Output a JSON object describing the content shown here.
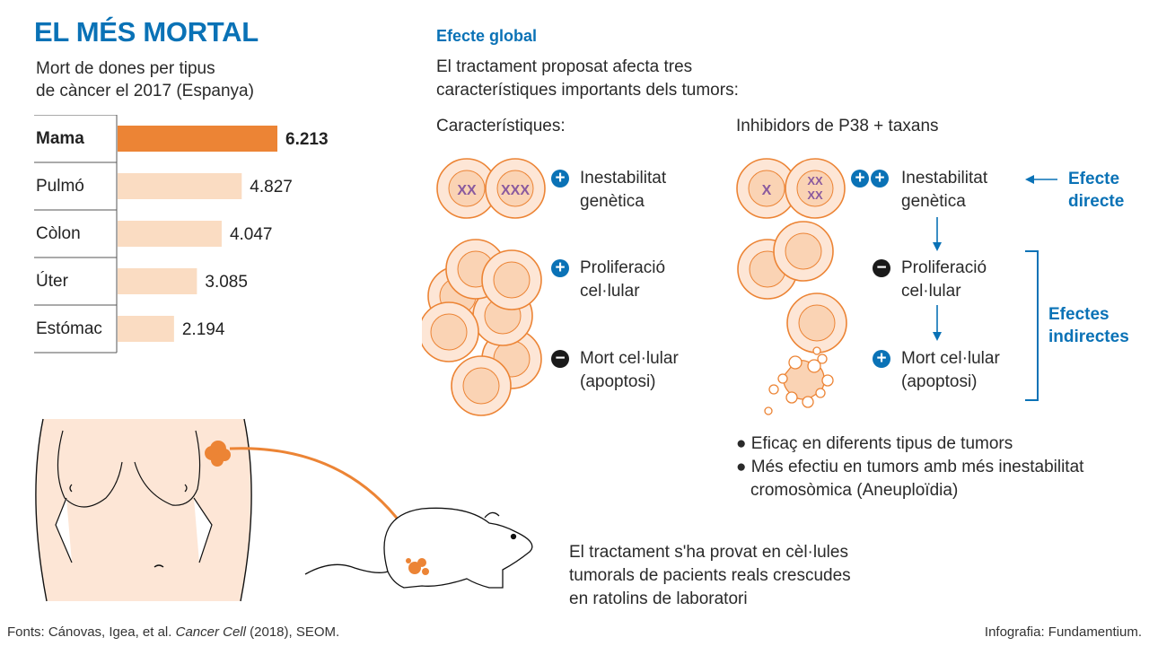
{
  "header": {
    "title": "EL MÉS MORTAL",
    "subtitle_line1": "Mort de dones per tipus",
    "subtitle_line2": "de càncer el 2017 (Espanya)"
  },
  "chart_data": {
    "type": "bar",
    "orientation": "horizontal",
    "title": "Mort de dones per tipus de càncer el 2017 (Espanya)",
    "categories": [
      "Mama",
      "Pulmó",
      "Còlon",
      "Úter",
      "Estómac"
    ],
    "values": [
      6213,
      4827,
      4047,
      3085,
      2194
    ],
    "value_labels": [
      "6.213",
      "4.827",
      "4.047",
      "3.085",
      "2.194"
    ],
    "highlight": "Mama",
    "xlim": [
      0,
      6213
    ],
    "colors": {
      "highlight": "#ec8435",
      "normal": "#fadcc2"
    },
    "grid": false
  },
  "global": {
    "heading": "Efecte global",
    "intro_line1": "El tractament proposat afecta tres",
    "intro_line2": "característiques importants dels tumors:"
  },
  "left_col": {
    "heading": "Característiques:",
    "items": [
      {
        "sign": "+",
        "line1": "Inestabilitat",
        "line2": "genètica",
        "chromosomes_a": "XX",
        "chromosomes_b": "XXX"
      },
      {
        "sign": "+",
        "line1": "Proliferació",
        "line2": "cel·lular"
      },
      {
        "sign": "−",
        "line1": "Mort cel·lular",
        "line2": "(apoptosi)"
      }
    ]
  },
  "right_col": {
    "heading": "Inhibidors de P38 + taxans",
    "items": [
      {
        "sign": "++",
        "line1": "Inestabilitat",
        "line2": "genètica",
        "chromosomes_a": "X",
        "chromosomes_b": "XX XX"
      },
      {
        "sign": "−",
        "line1": "Proliferació",
        "line2": "cel·lular"
      },
      {
        "sign": "+",
        "line1": "Mort cel·lular",
        "line2": "(apoptosi)"
      }
    ],
    "direct_label_line1": "Efecte",
    "direct_label_line2": "directe",
    "indirect_label_line1": "Efectes",
    "indirect_label_line2": "indirectes"
  },
  "bullets": [
    {
      "line1": "Eficaç en diferents tipus de tumors"
    },
    {
      "line1": "Més efectiu en tumors amb més inestabilitat",
      "line2": "cromosòmica (Aneuploïdia)"
    }
  ],
  "mouse_caption": {
    "line1": "El tractament s'ha provat en cèl·lules",
    "line2": "tumorals de pacients reals crescudes",
    "line3": "en ratolins de laboratori"
  },
  "footer": {
    "sources_prefix": "Fonts: Cánovas, Igea, et al. ",
    "sources_journal": "Cancer Cell",
    "sources_suffix": " (2018), SEOM.",
    "credit": "Infografia: Fundamentium."
  },
  "colors": {
    "accent_blue": "#0a72b6",
    "orange": "#ec8435",
    "skin": "#fde6d6",
    "cell_fill": "#fde4d0",
    "nucleus": "#fad3b4",
    "chromosome": "#8a5a9e"
  }
}
